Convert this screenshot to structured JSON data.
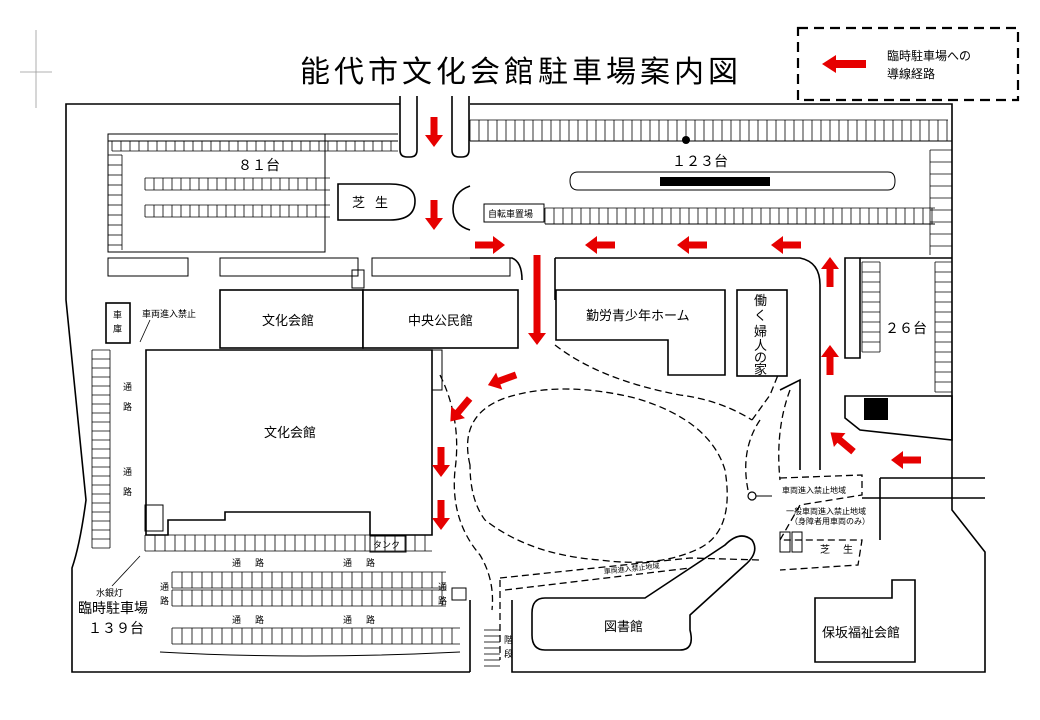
{
  "title": "能代市文化会館駐車場案内図",
  "legend": {
    "arrow_color": "#e60000",
    "text_line1": "臨時駐車場への",
    "text_line2": "導線経路"
  },
  "lots": {
    "north_west_count": "８１台",
    "north_center_count": "１２３台",
    "east_count": "２６台",
    "temp_name": "臨時駐車場",
    "temp_count": "１３９台"
  },
  "buildings": {
    "bunka_kaikan": "文化会館",
    "chuo_kominkan": "中央公民館",
    "kinro_home": "勤労青少年ホーム",
    "hataraku_fujin_1": "働",
    "hataraku_fujin_2": "く",
    "hataraku_fujin_3": "婦",
    "hataraku_fujin_4": "人",
    "hataraku_fujin_5": "の",
    "hataraku_fujin_6": "家",
    "toshokan": "図書館",
    "hosaka_fukushi": "保坂福祉会館",
    "garage_1": "車",
    "garage_2": "庫",
    "tank": "タンク",
    "bicycle": "自転車置場"
  },
  "labels": {
    "shiba_1": "芝",
    "shiba_2": "生",
    "shiba_b_1": "芝",
    "shiba_b_2": "生",
    "tsuro": "通",
    "ro": "路",
    "no_entry_vehicle": "車両進入禁止",
    "no_entry_area": "車両進入禁止地域",
    "no_general_1": "一般車両進入禁止地域",
    "no_general_2": "（身障者用車両のみ）",
    "no_entry_road": "車両進入禁止地域",
    "hydrant": "水銀灯",
    "stairs_1": "階",
    "stairs_2": "段"
  }
}
